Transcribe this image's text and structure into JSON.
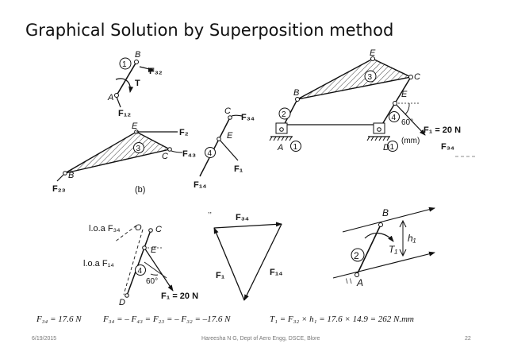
{
  "slide": {
    "title": "Graphical Solution by Superposition method",
    "date": "6/19/2015",
    "author": "Hareesha N G, Dept of Aero Engg, DSCE, Blore",
    "page": "22"
  },
  "equations": {
    "f34": "F₃₄ = 17.6 N",
    "chain": "F₃₄ = – F₄₃ = F₂₃ = – F₃₂ = –17.6 N",
    "torque": "T₁ = F₃₂ × h₁ = 17.6 × 14.9 = 262 N.mm"
  },
  "labels": {
    "B": "B",
    "A": "A",
    "C": "C",
    "D": "D",
    "E": "E",
    "O": "O",
    "T": "T",
    "T1": "T₁",
    "h1": "h₁",
    "F12": "F₁₂",
    "F32": "F₃₂",
    "F2": "F₂",
    "F43": "F₄₃",
    "F23": "F₂₃",
    "F34": "F₃₄",
    "F14": "F₁₄",
    "F1": "F₁",
    "F1val": "F₁ = 20 N",
    "n1": "1",
    "n2": "2",
    "n3": "3",
    "n4": "4",
    "b": "(b)",
    "mm": "(mm)",
    "a60": "60°",
    "loaF34": "l.o.a F₃₄",
    "loaF14": "l.o.a F₁₄"
  }
}
